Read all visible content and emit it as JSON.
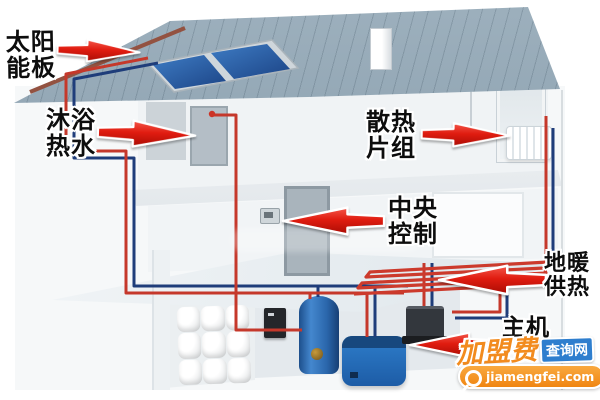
{
  "diagram": {
    "description": "cutaway house home-heating system diagram",
    "callouts": [
      {
        "id": "solar-panel",
        "line1": "太阳",
        "line2": "能板",
        "dir": "right"
      },
      {
        "id": "shower-hot-water",
        "line1": "沐浴",
        "line2": "热水",
        "dir": "right"
      },
      {
        "id": "radiator-group",
        "line1": "散热",
        "line2": "片组",
        "dir": "right"
      },
      {
        "id": "central-control",
        "line1": "中央",
        "line2": "控制",
        "dir": "left"
      },
      {
        "id": "floor-heating",
        "line1": "地暖",
        "line2": "供热",
        "dir": "left"
      },
      {
        "id": "main-unit",
        "line1": "主机",
        "line2": "",
        "dir": "left"
      }
    ],
    "components": [
      "solar-panels",
      "chimney",
      "shower",
      "radiator",
      "thermostat",
      "floor-heating-coils",
      "storage-tanks",
      "black-device",
      "buffer-cylinder",
      "boiler",
      "main-unit"
    ]
  },
  "watermark": {
    "brand_orange": "加盟费",
    "brand_blue": "查询网",
    "domain": "jiamengfei.com"
  },
  "colors": {
    "arrow_red": "#e01c10",
    "pipe_hot": "#c5382b",
    "pipe_cold": "#1f3d7a",
    "roof_slate": "#8ba0ae",
    "solar_blue": "#2d5fa5",
    "equipment_blue": "#2a72c2",
    "watermark_orange": "#f28b1e",
    "watermark_blue": "#2e7ece"
  }
}
